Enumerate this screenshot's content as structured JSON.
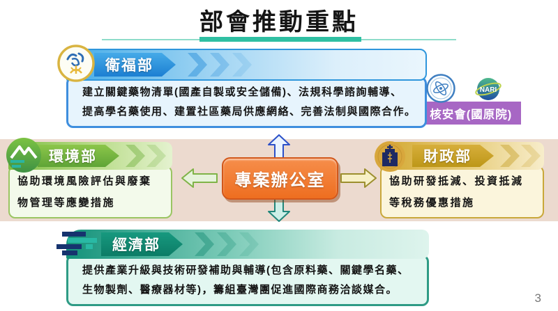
{
  "slide": {
    "title": "部會推動重點",
    "page_number": "3"
  },
  "center_box": {
    "label": "專案辦公室"
  },
  "nuclear_badge": {
    "label": "+ 核安會(國原院)"
  },
  "logos": {
    "nari_text": "NARI"
  },
  "cards": {
    "health": {
      "name": "衛福部",
      "body_lines": [
        "建立關鍵藥物清單(國產自製或安全儲備)、法規科學諮詢輔導、",
        "提高學名藥使用、建置社區藥局供應網絡、完善法制與國際合作。"
      ]
    },
    "environment": {
      "name": "環境部",
      "body_lines": [
        "協助環境風險評估與廢棄",
        "物管理等應變措施"
      ]
    },
    "finance": {
      "name": "財政部",
      "body_lines": [
        "協助研發抵減、投資抵減",
        "等稅務優惠措施"
      ]
    },
    "economy": {
      "name": "經濟部",
      "body_lines": [
        "提供產業升級與技術研發補助與輔導(包含原料藥、關鍵學名藥、",
        "生物製劑、醫療器材等)，籌組臺灣團促進國際商務洽談媒合。"
      ]
    }
  },
  "colors": {
    "title_underline": "#2FBFA2",
    "band_background": "#ECDACF",
    "health_accent": "#2E96DC",
    "environment_accent": "#7FBE43",
    "finance_accent": "#C9A83A",
    "economy_accent": "#14927A",
    "center_box": "#EE6E20",
    "badge_purple": "#A767C4"
  }
}
